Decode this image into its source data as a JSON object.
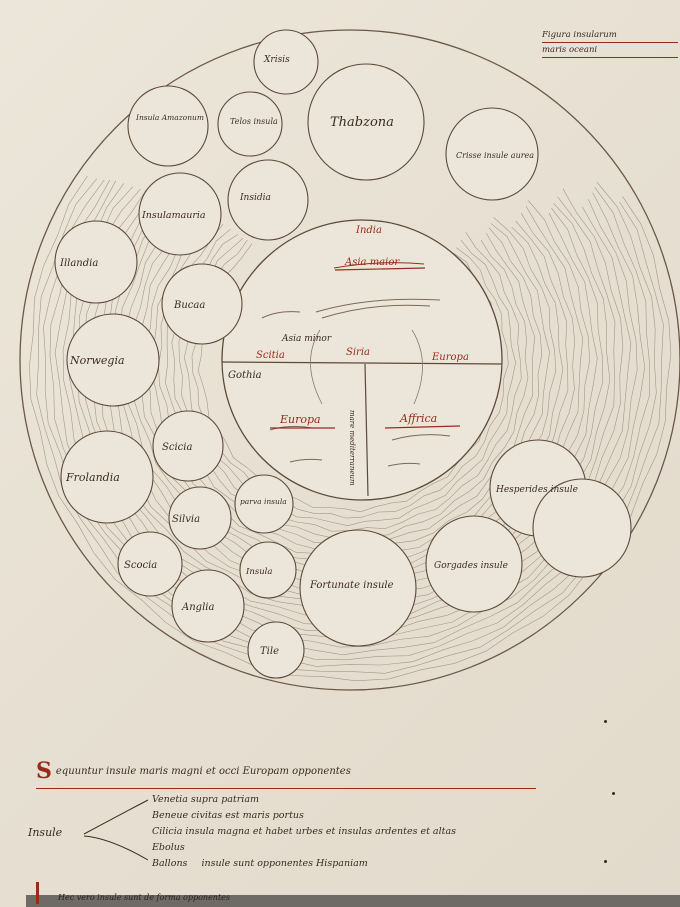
{
  "header_note": {
    "line1": "Figura insularum",
    "line2": "maris oceani"
  },
  "center": {
    "labels": {
      "india": "India",
      "asia_maior": "Asia maior",
      "asia_minor": "Asia minor",
      "scitia": "Scitia",
      "siria": "Siria",
      "europa_east": "Europa",
      "gothia": "Gothia",
      "europa": "Europa",
      "affrica": "Affrica",
      "mare": "mare mediterraneum"
    }
  },
  "islands": [
    {
      "id": "xrisis",
      "text": "Xrisis"
    },
    {
      "id": "thabzona",
      "text": "Thabzona"
    },
    {
      "id": "telos",
      "text": "Telos insula"
    },
    {
      "id": "ins-ame",
      "text": "Insula Amazonum"
    },
    {
      "id": "crisse",
      "text": "Crisse insule aurea"
    },
    {
      "id": "insidia",
      "text": "Insidia"
    },
    {
      "id": "insulamauria",
      "text": "Insulamauria"
    },
    {
      "id": "illandia",
      "text": "Illandia"
    },
    {
      "id": "bucaa",
      "text": "Bucaa"
    },
    {
      "id": "norwegia",
      "text": "Norwegia"
    },
    {
      "id": "frolandia",
      "text": "Frolandia"
    },
    {
      "id": "scicia",
      "text": "Scicia"
    },
    {
      "id": "silvia",
      "text": "Silvia"
    },
    {
      "id": "scotia",
      "text": "Scocia"
    },
    {
      "id": "anglia",
      "text": "Anglia"
    },
    {
      "id": "tile",
      "text": "Tile"
    },
    {
      "id": "insula",
      "text": "Insula"
    },
    {
      "id": "parva",
      "text": "parva insula"
    },
    {
      "id": "fortunate",
      "text": "Fortunate insule"
    },
    {
      "id": "gorgades",
      "text": "Gorgades insule"
    },
    {
      "id": "hesperides",
      "text": "Hesperides insule"
    }
  ],
  "caption": {
    "initial": "S",
    "text": "equuntur insule maris magni et occi Europam opponentes"
  },
  "bracket_label": "Insule",
  "notes": [
    "Venetia supra patriam",
    "Beneue civitas est maris portus",
    "Cilicia insula magna et habet urbes et insulas ardentes et altas",
    "Ebolus",
    "Ballons"
  ],
  "notes_tail": "insule sunt opponentes Hispaniam",
  "bottom_text": "Hec vero insule sunt de forma opponentes",
  "colors": {
    "ink": "#3b2b1f",
    "rubric": "#9b2a1c",
    "parchment": "#ece6da"
  }
}
